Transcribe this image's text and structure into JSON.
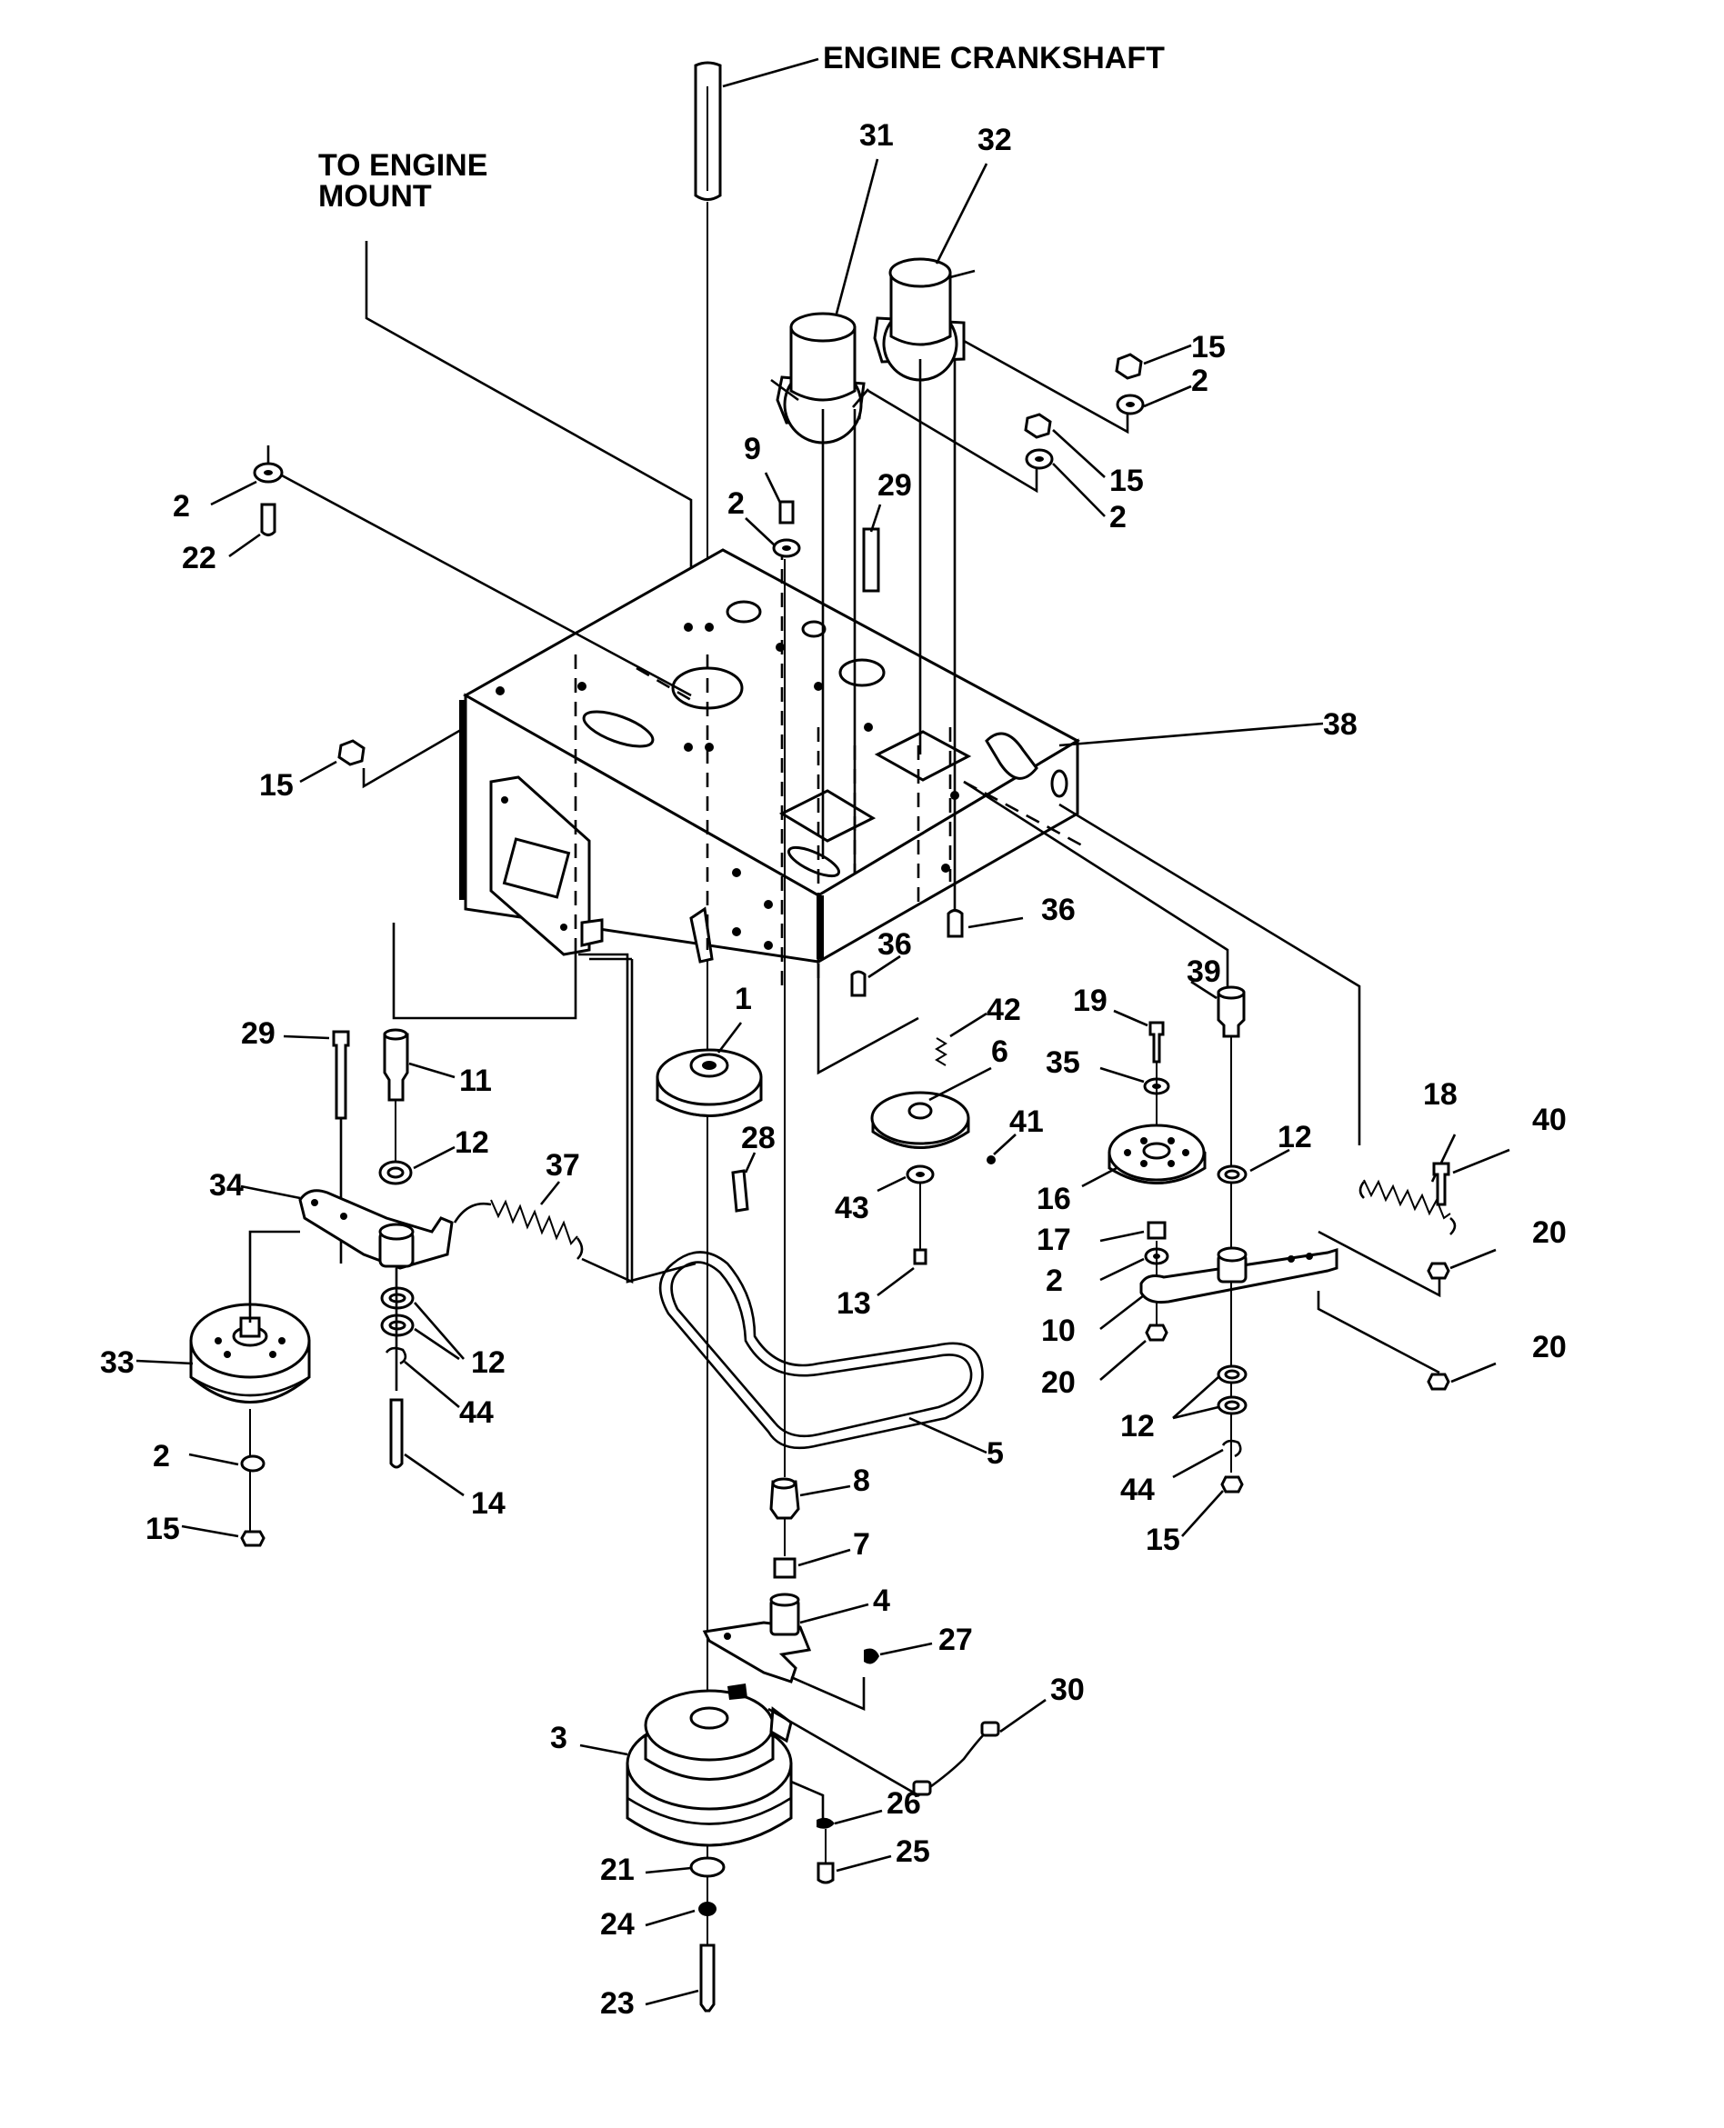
{
  "headers": {
    "engine_crankshaft": "ENGINE CRANKSHAFT",
    "to_engine_mount_line1": "TO ENGINE",
    "to_engine_mount_line2": "MOUNT"
  },
  "callouts": {
    "c1": "1",
    "c2": "2",
    "c3": "3",
    "c4": "4",
    "c5": "5",
    "c6": "6",
    "c7": "7",
    "c8": "8",
    "c9": "9",
    "c10": "10",
    "c11": "11",
    "c12": "12",
    "c13": "13",
    "c14": "14",
    "c15": "15",
    "c16": "16",
    "c17": "17",
    "c18": "18",
    "c19": "19",
    "c20": "20",
    "c21": "21",
    "c22": "22",
    "c23": "23",
    "c24": "24",
    "c25": "25",
    "c26": "26",
    "c27": "27",
    "c28": "28",
    "c29": "29",
    "c30": "30",
    "c31": "31",
    "c32": "32",
    "c33": "33",
    "c34": "34",
    "c35": "35",
    "c36": "36",
    "c37": "37",
    "c38": "38",
    "c39": "39",
    "c40": "40",
    "c41": "41",
    "c42": "42",
    "c43": "43",
    "c44": "44"
  }
}
